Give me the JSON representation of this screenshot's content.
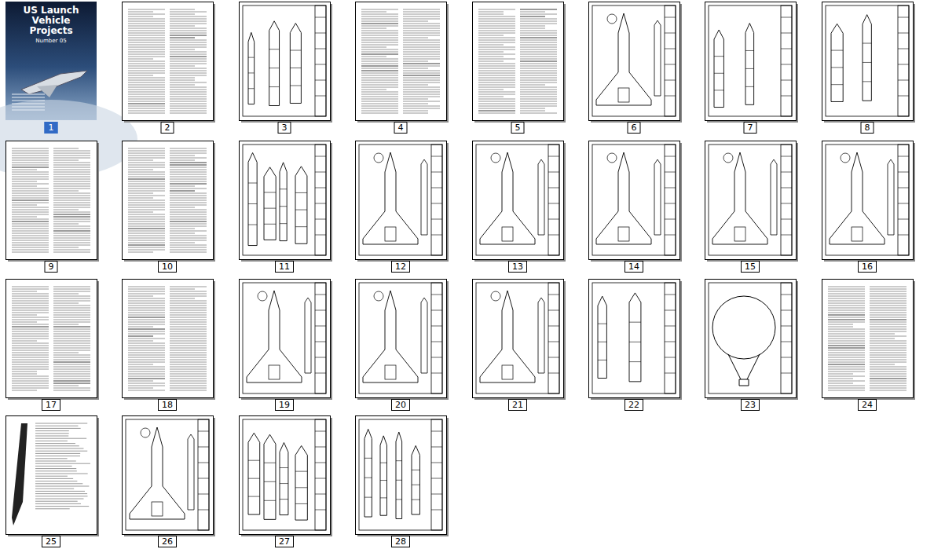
{
  "diagram": {
    "nodes": [
      {
        "text": [
          "US Launch Vehicle Projects",
          "Number 05",
          "1"
        ]
      },
      {
        "text": [
          "2"
        ]
      },
      {
        "text": [
          "3"
        ]
      },
      {
        "text": [
          "4"
        ]
      },
      {
        "text": [
          "5"
        ]
      },
      {
        "text": [
          "6"
        ]
      },
      {
        "text": [
          "7"
        ]
      },
      {
        "text": [
          "8"
        ]
      },
      {
        "text": [
          "9"
        ]
      },
      {
        "text": [
          "10"
        ]
      },
      {
        "text": [
          "11"
        ]
      },
      {
        "text": [
          "12"
        ]
      },
      {
        "text": [
          "13"
        ]
      },
      {
        "text": [
          "14"
        ]
      },
      {
        "text": [
          "15"
        ]
      },
      {
        "text": [
          "16"
        ]
      },
      {
        "text": [
          "17"
        ]
      },
      {
        "text": [
          "18"
        ]
      },
      {
        "text": [
          "19"
        ]
      },
      {
        "text": [
          "20"
        ]
      },
      {
        "text": [
          "21"
        ]
      },
      {
        "text": [
          "22"
        ]
      },
      {
        "text": [
          "23"
        ]
      },
      {
        "text": [
          "24"
        ]
      },
      {
        "text": [
          "25"
        ]
      },
      {
        "text": [
          "26"
        ]
      },
      {
        "text": [
          "27"
        ]
      },
      {
        "text": [
          "28"
        ]
      }
    ]
  }
}
